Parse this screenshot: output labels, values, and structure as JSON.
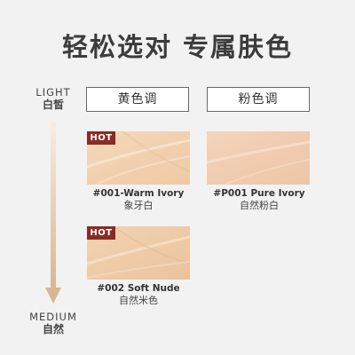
{
  "title": "轻松选对 专属肤色",
  "scale": {
    "top_en": "LIGHT",
    "top_zh": "白皙",
    "bottom_en": "MEDIUM",
    "bottom_zh": "自然"
  },
  "tabs": [
    {
      "label": "黄色调"
    },
    {
      "label": "粉色调"
    }
  ],
  "products": [
    {
      "code": "#001-Warm Ivory",
      "name": "象牙白",
      "badge": "HOT",
      "color": "#f1d1b1"
    },
    {
      "code": "#P001 Pure Ivory",
      "name": "自然粉白",
      "badge": "",
      "color": "#f1cdb2"
    },
    {
      "code": "#002 Soft Nude",
      "name": "自然米色",
      "badge": "HOT",
      "color": "#eecba7"
    }
  ],
  "colors": {
    "background": "#f2f2f2",
    "hot_badge": "#8b2b25",
    "arrow": "#d9bd9d"
  }
}
